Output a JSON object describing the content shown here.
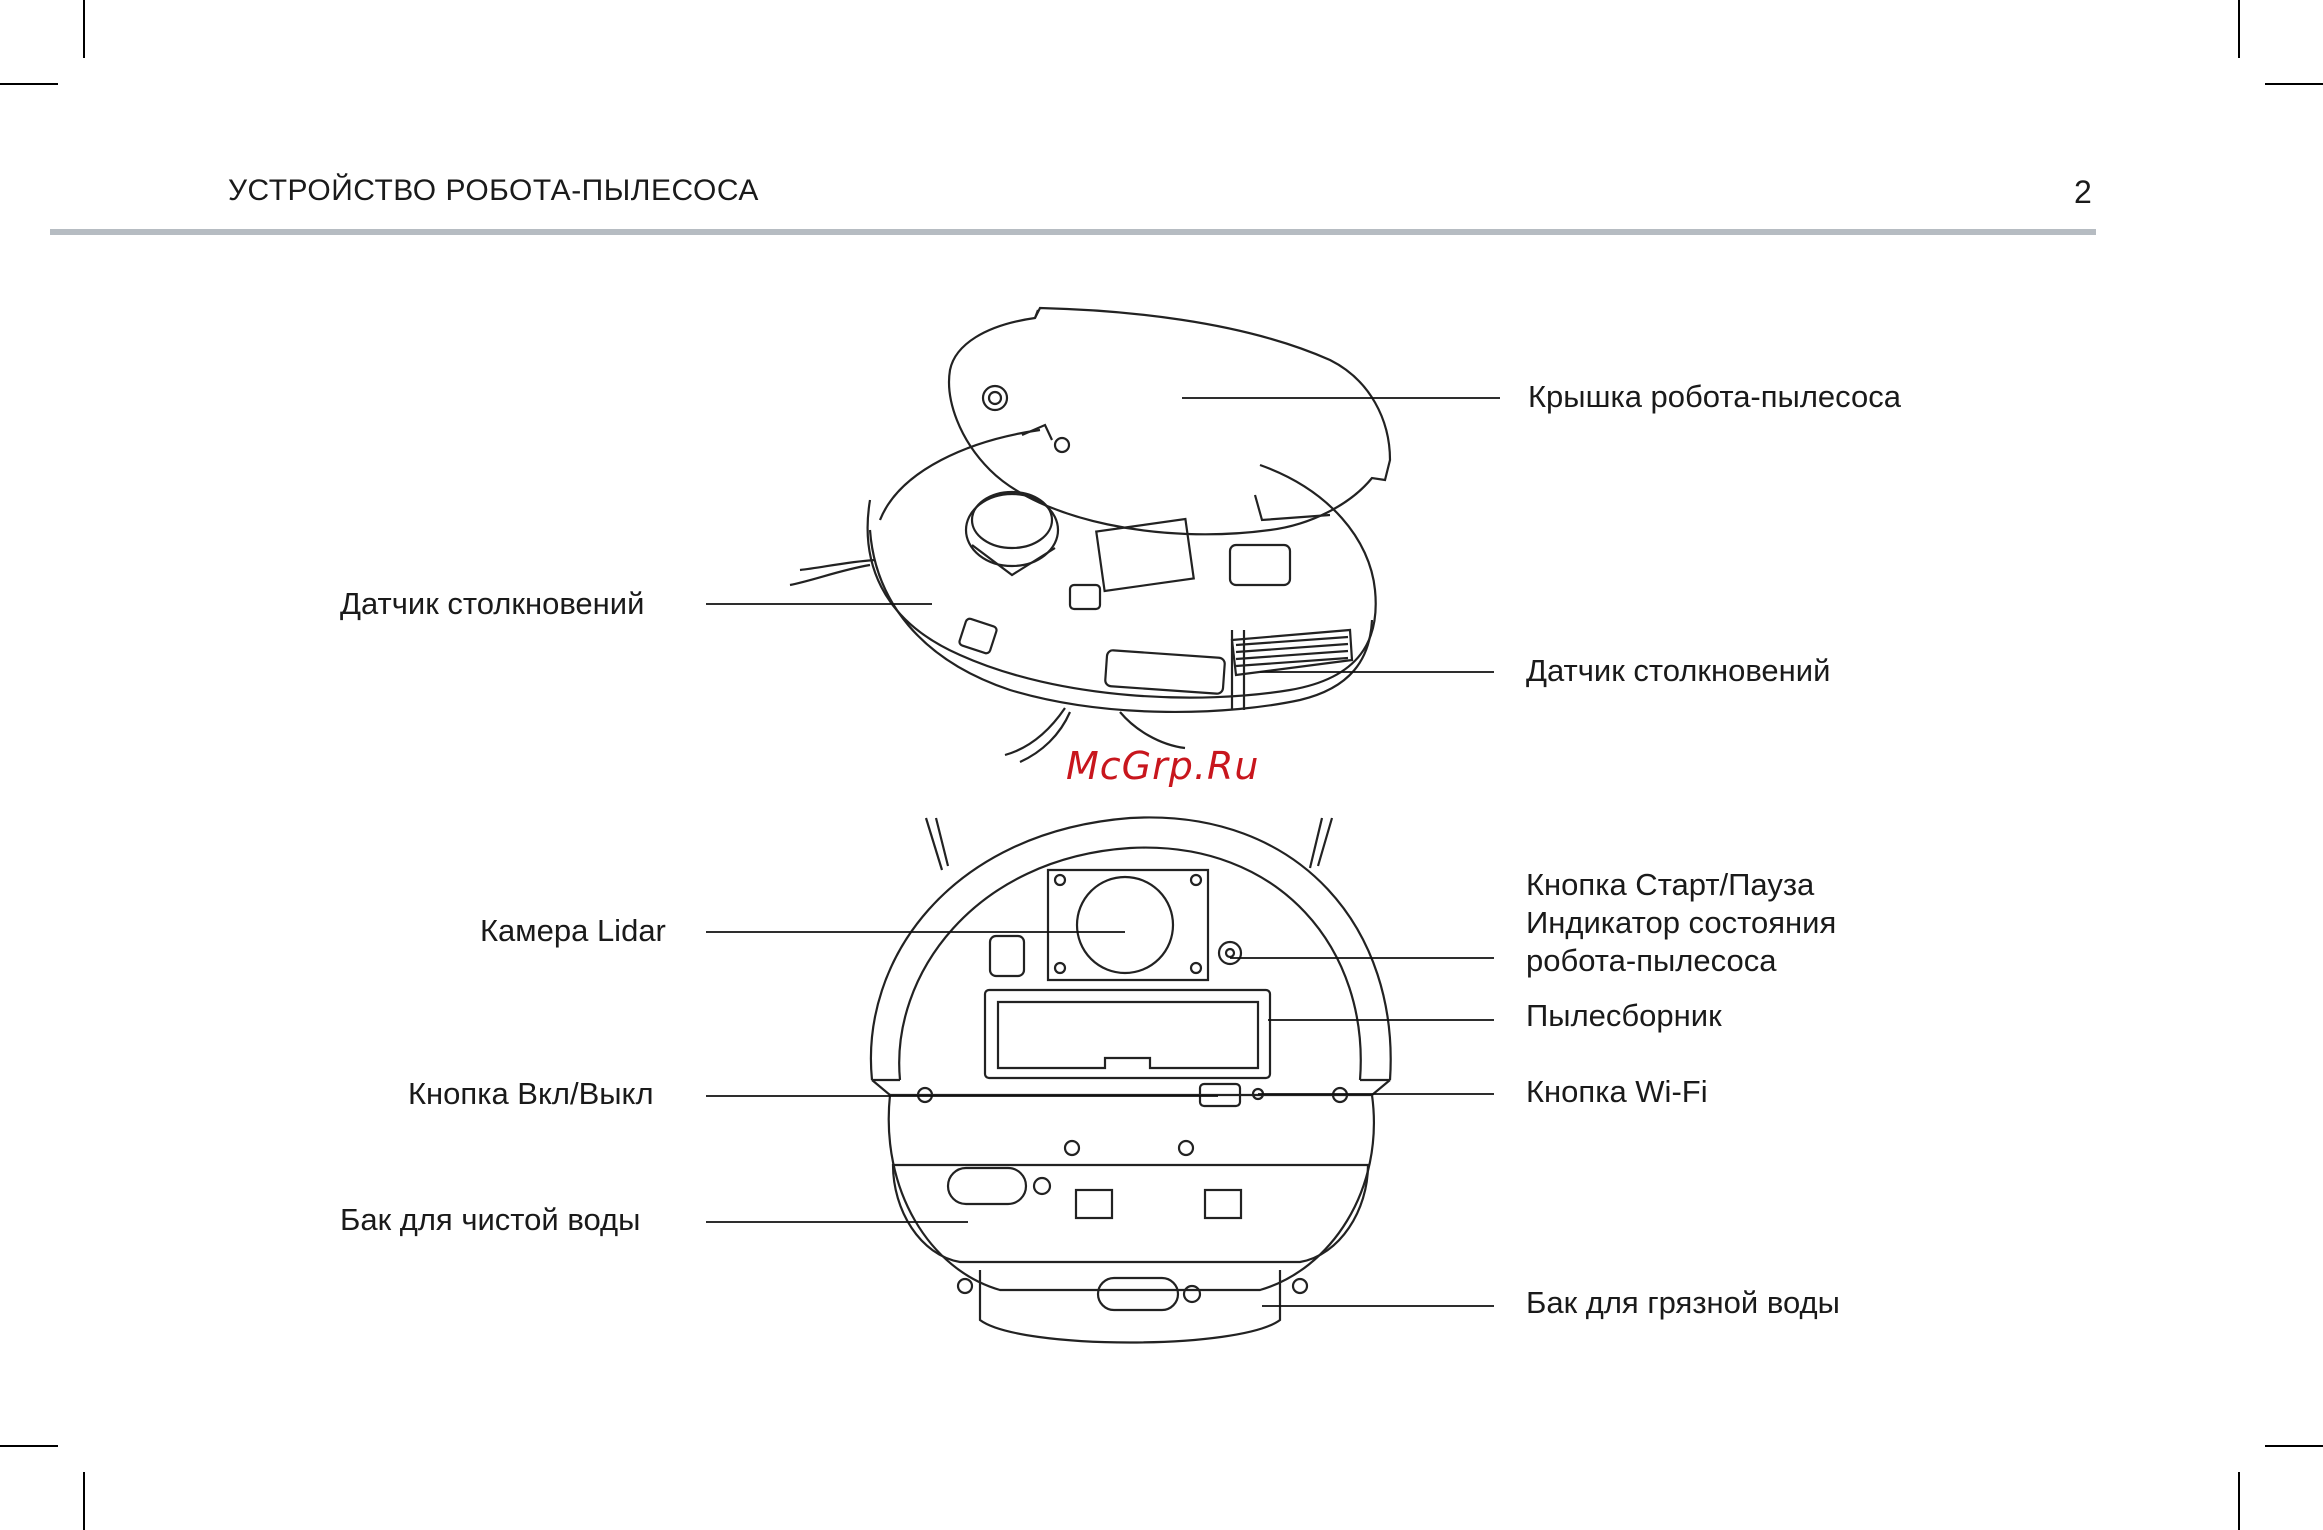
{
  "header": {
    "title": "УСТРОЙСТВО РОБОТА-ПЫЛЕСОСА",
    "page_number": "2"
  },
  "watermark": "McGrp.Ru",
  "labels": {
    "cover": "Крышка робота-пылесоса",
    "bumper_left": "Датчик столкновений",
    "bumper_right": "Датчик столкновений",
    "lidar": "Камера Lidar",
    "start_pause_1": "Кнопка Старт/Пауза",
    "start_pause_2": "Индикатор состояния",
    "start_pause_3": "робота-пылесоса",
    "dustbin": "Пылесборник",
    "power_button": "Кнопка Вкл/Выкл",
    "wifi_button": "Кнопка Wi-Fi",
    "clean_tank": "Бак для чистой воды",
    "dirty_tank": "Бак для грязной воды"
  }
}
